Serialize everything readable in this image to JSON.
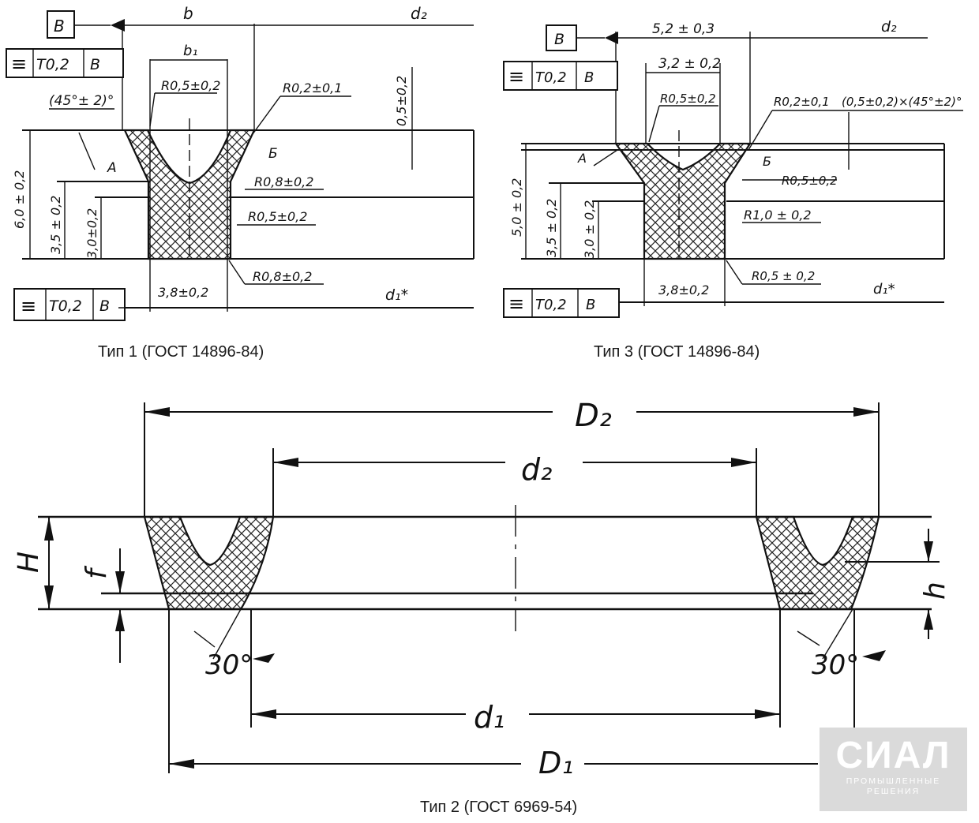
{
  "type1": {
    "caption": "Тип 1 (ГОСТ 14896-84)",
    "datum_label": "В",
    "tolerance_top": {
      "symbol": "≡",
      "value": "Т0,2",
      "datum": "В"
    },
    "tolerance_bottom": {
      "symbol": "≡",
      "value": "Т0,2",
      "datum": "В"
    },
    "dimensions": {
      "b": "b",
      "d2": "d₂",
      "b1": "b₁",
      "angle": "(45°± 2)°",
      "r_left": "R0,5±0,2",
      "r_right_top": "R0,2±0,1",
      "top_offset": "0,5±0,2",
      "height_total": "6,0 ± 0,2",
      "height_mid": "3,5 ± 0,2",
      "height_base": "3,0±0,2",
      "point_a": "А",
      "point_b": "Б",
      "r_right_1": "R0,8±0,2",
      "r_right_2": "R0,5±0,2",
      "r_bottom": "R0,8±0,2",
      "width_base": "3,8±0,2",
      "d1": "d₁*"
    }
  },
  "type3": {
    "caption": "Тип 3 (ГОСТ 14896-84)",
    "datum_label": "В",
    "tolerance_top": {
      "symbol": "≡",
      "value": "Т0,2",
      "datum": "В"
    },
    "tolerance_bottom": {
      "symbol": "≡",
      "value": "Т0,2",
      "datum": "В"
    },
    "dimensions": {
      "top_width": "5,2 ± 0,3",
      "d2": "d₂",
      "mid_width": "3,2 ± 0,2",
      "r_left": "R0,5±0,2",
      "r_right_top": "R0,2±0,1",
      "chamfer": "(0,5±0,2)×(45°±2)°",
      "height_total": "5,0 ± 0,2",
      "height_mid": "3,5 ± 0,2",
      "height_base": "3,0 ± 0,2",
      "point_a": "А",
      "point_b": "Б",
      "r_right_1": "R0,5±0,2",
      "r_right_2": "R1,0 ± 0,2",
      "r_bottom": "R0,5 ± 0,2",
      "width_base": "3,8±0,2",
      "d1": "d₁*"
    }
  },
  "type2": {
    "caption": "Тип 2 (ГОСТ 6969-54)",
    "dimensions": {
      "D2": "D₂",
      "d2": "d₂",
      "d1": "d₁",
      "D1": "D₁",
      "H": "H",
      "f": "f",
      "h": "h",
      "angle_left": "30°",
      "angle_right": "30°"
    }
  },
  "logo": {
    "brand": "СИАЛ",
    "subtitle_line1": "ПРОМЫШЛЕННЫЕ",
    "subtitle_line2": "РЕШЕНИЯ"
  }
}
